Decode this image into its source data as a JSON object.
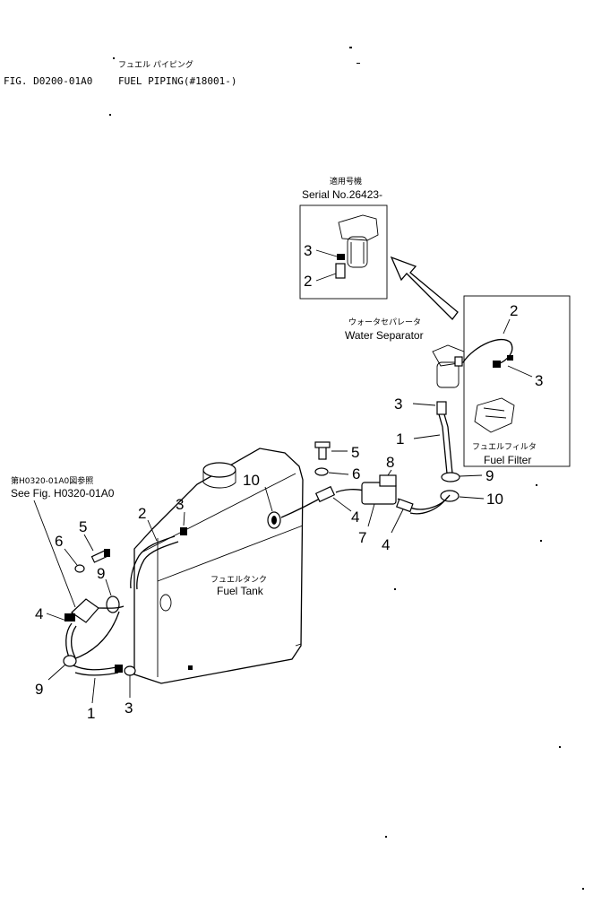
{
  "header": {
    "jp_title": "フュエル パイピング",
    "figure_id": "FIG. D0200-01A0",
    "title": "FUEL PIPING(#18001-)"
  },
  "inset": {
    "jp_label": "適用号機",
    "serial": "Serial No.26423-",
    "callouts": [
      "3",
      "2"
    ]
  },
  "labels": {
    "water_separator_jp": "ウォータセパレータ",
    "water_separator": "Water Separator",
    "fuel_filter_jp": "フュエルフィルタ",
    "fuel_filter": "Fuel Filter",
    "fuel_tank_jp": "フュエルタンク",
    "fuel_tank": "Fuel Tank",
    "see_fig_jp": "第H0320-01A0図参照",
    "see_fig": "See Fig. H0320-01A0"
  },
  "callouts": {
    "right_2": "2",
    "right_3a": "3",
    "right_3b": "3",
    "right_1": "1",
    "right_9": "9",
    "right_10": "10",
    "mid_5": "5",
    "mid_6": "6",
    "mid_8": "8",
    "mid_4a": "4",
    "mid_7": "7",
    "mid_4b": "4",
    "tank_10": "10",
    "tank_3": "3",
    "tank_2": "2",
    "left_5": "5",
    "left_6": "6",
    "left_9a": "9",
    "left_4": "4",
    "left_9b": "9",
    "left_1": "1",
    "left_3": "3"
  }
}
